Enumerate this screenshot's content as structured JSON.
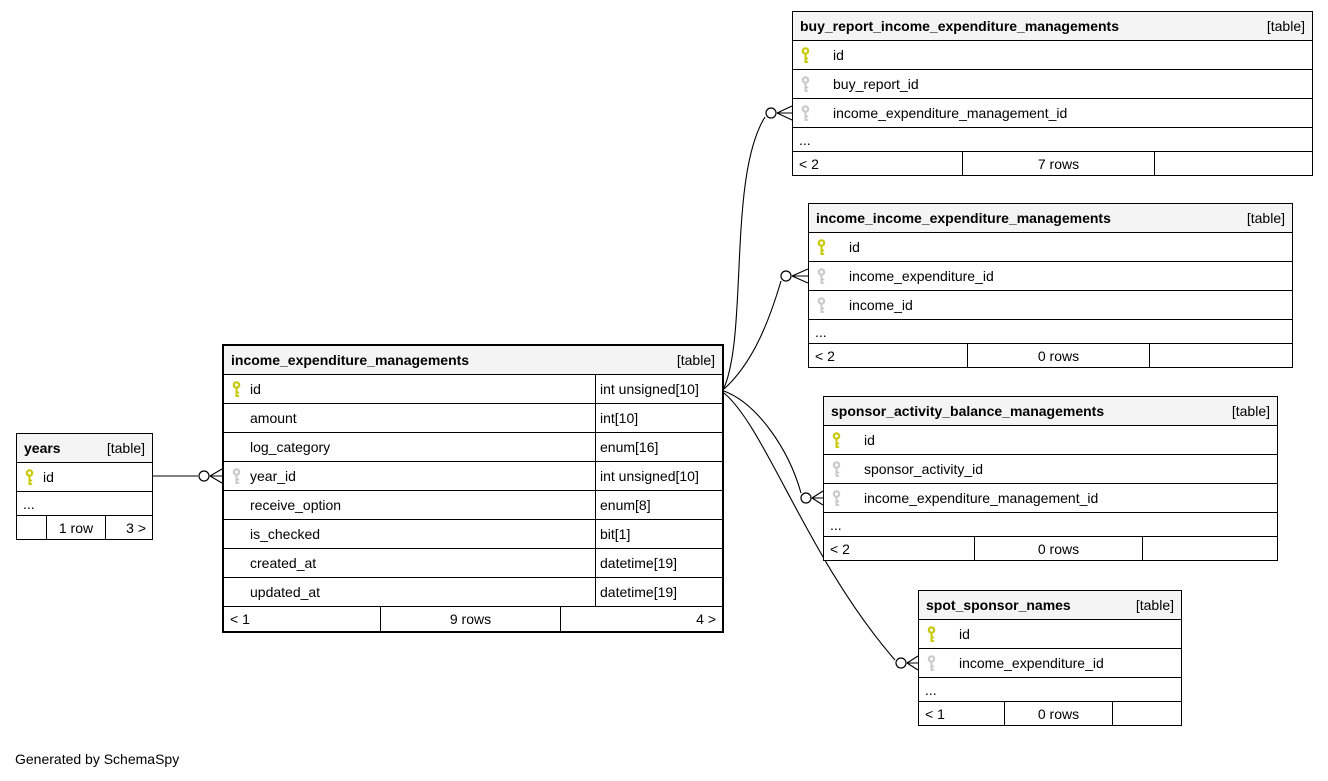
{
  "note": "Generated by SchemaSpy",
  "ellipsis": "...",
  "tables": {
    "years": {
      "title": "years",
      "tag": "[table]",
      "columns": [
        {
          "name": "id"
        }
      ],
      "footer": {
        "left": "",
        "center": "1 row",
        "right": "3 >"
      }
    },
    "income_expenditure_managements": {
      "title": "income_expenditure_managements",
      "tag": "[table]",
      "columns": [
        {
          "name": "id",
          "type": "int unsigned[10]"
        },
        {
          "name": "amount",
          "type": "int[10]"
        },
        {
          "name": "log_category",
          "type": "enum[16]"
        },
        {
          "name": "year_id",
          "type": "int unsigned[10]"
        },
        {
          "name": "receive_option",
          "type": "enum[8]"
        },
        {
          "name": "is_checked",
          "type": "bit[1]"
        },
        {
          "name": "created_at",
          "type": "datetime[19]"
        },
        {
          "name": "updated_at",
          "type": "datetime[19]"
        }
      ],
      "footer": {
        "left": "< 1",
        "center": "9 rows",
        "right": "4 >"
      }
    },
    "buy_report_income_expenditure_managements": {
      "title": "buy_report_income_expenditure_managements",
      "tag": "[table]",
      "columns": [
        {
          "name": "id"
        },
        {
          "name": "buy_report_id"
        },
        {
          "name": "income_expenditure_management_id"
        }
      ],
      "footer": {
        "left": "< 2",
        "center": "7 rows",
        "right": ""
      }
    },
    "income_income_expenditure_managements": {
      "title": "income_income_expenditure_managements",
      "tag": "[table]",
      "columns": [
        {
          "name": "id"
        },
        {
          "name": "income_expenditure_id"
        },
        {
          "name": "income_id"
        }
      ],
      "footer": {
        "left": "< 2",
        "center": "0 rows",
        "right": ""
      }
    },
    "sponsor_activity_balance_managements": {
      "title": "sponsor_activity_balance_managements",
      "tag": "[table]",
      "columns": [
        {
          "name": "id"
        },
        {
          "name": "sponsor_activity_id"
        },
        {
          "name": "income_expenditure_management_id"
        }
      ],
      "footer": {
        "left": "< 2",
        "center": "0 rows",
        "right": ""
      }
    },
    "spot_sponsor_names": {
      "title": "spot_sponsor_names",
      "tag": "[table]",
      "columns": [
        {
          "name": "id"
        },
        {
          "name": "income_expenditure_id"
        }
      ],
      "footer": {
        "left": "< 1",
        "center": "0 rows",
        "right": ""
      }
    }
  }
}
